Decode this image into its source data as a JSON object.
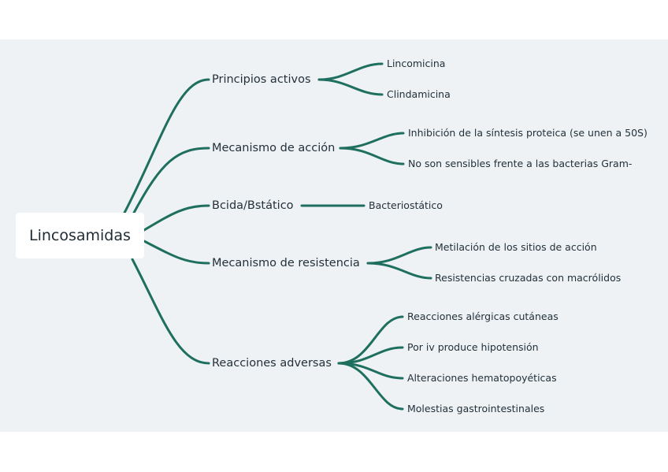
{
  "mindmap": {
    "root": "Lincosamidas",
    "branches": [
      {
        "label": "Principios activos",
        "children": [
          "Lincomicina",
          "Clindamicina"
        ]
      },
      {
        "label": "Mecanismo de acción",
        "children": [
          "Inhibición de la síntesis proteica (se unen a 50S)",
          "No son sensibles frente a las bacterias Gram-"
        ]
      },
      {
        "label": "Bcida/Bstático",
        "children": [
          "Bacteriostático"
        ]
      },
      {
        "label": "Mecanismo de resistencia",
        "children": [
          "Metilación de los sitios de acción",
          "Resistencias cruzadas con macrólidos"
        ]
      },
      {
        "label": "Reacciones adversas",
        "children": [
          "Reacciones alérgicas cutáneas",
          "Por iv produce hipotensión",
          "Alteraciones hematopoyéticas",
          "Molestias gastrointestinales"
        ]
      }
    ]
  },
  "colors": {
    "connector": "#1f6f5f",
    "background": "#eef2f5",
    "root_fill": "#ffffff"
  }
}
